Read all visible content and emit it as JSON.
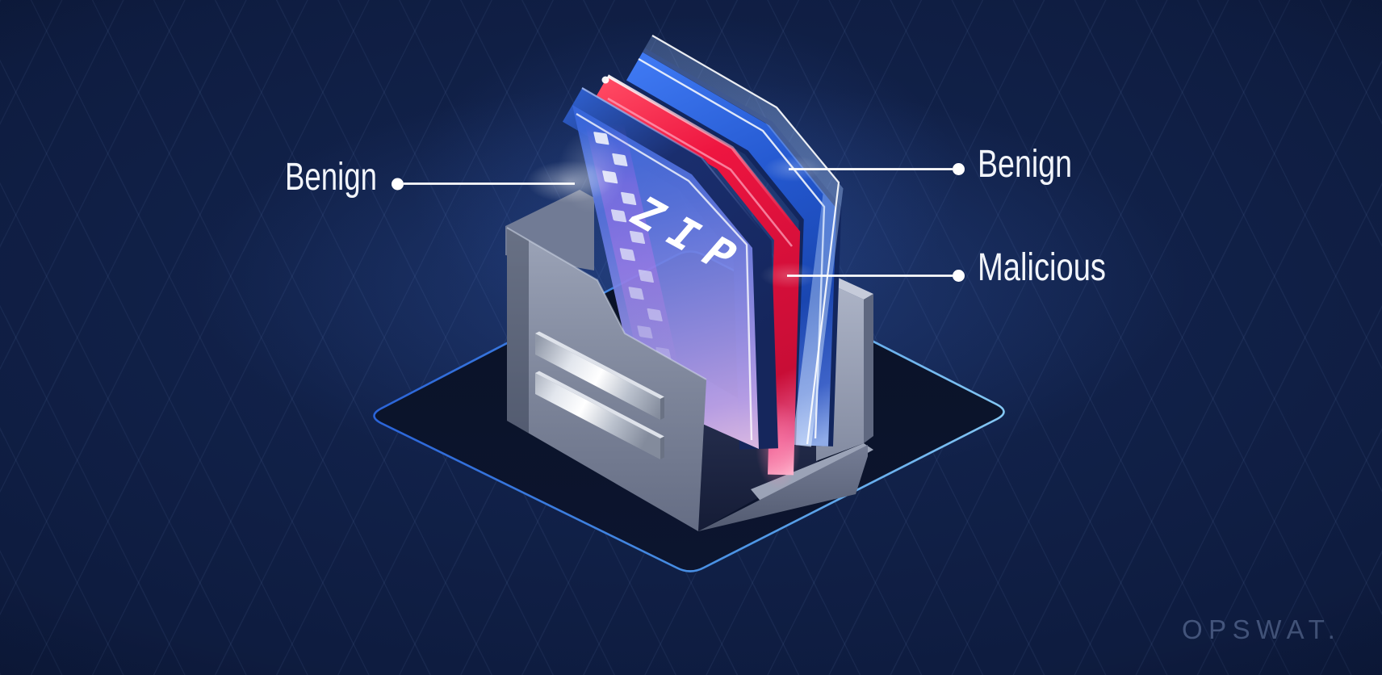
{
  "illustration": {
    "description": "Isometric folder holding stacked files on a glowing diamond platform; a ZIP archive and benign files conceal a malicious file",
    "zip_file": {
      "type_label": "ZIP"
    },
    "callouts": [
      {
        "label": "Benign",
        "target": "zip-archive-file",
        "side": "left"
      },
      {
        "label": "Benign",
        "target": "blue-benign-file",
        "side": "right"
      },
      {
        "label": "Malicious",
        "target": "red-malicious-file",
        "side": "right"
      }
    ]
  },
  "branding": {
    "logo_text": "OPSWAT."
  },
  "colors": {
    "background_navy": "#0d1a3c",
    "platform_outline_left": "#2a63d8",
    "platform_outline_right": "#86c9f4",
    "platform_fill": "#0a1226",
    "folder_gray": "#8a92a8",
    "zip_face_top": "#3867dc",
    "zip_face_bottom": "#ecc6ec",
    "malicious_red": "#ee1540",
    "benign_blue": "#2357ce",
    "glass_blue": "#a9c4f0",
    "label_white": "#f2f5fb"
  }
}
